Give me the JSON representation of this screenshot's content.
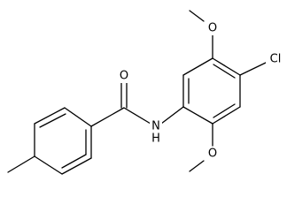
{
  "molecule": {
    "atom_labels": {
      "carbonyl_oxygen": "O",
      "amide_nitrogen": "N",
      "amide_hydrogen": "H",
      "methoxy_oxygen_top": "O",
      "methoxy_oxygen_bottom": "O",
      "chlorine": "Cl"
    },
    "colors": {
      "bond": "#000000",
      "label": "#000000",
      "background": "#ffffff"
    }
  }
}
